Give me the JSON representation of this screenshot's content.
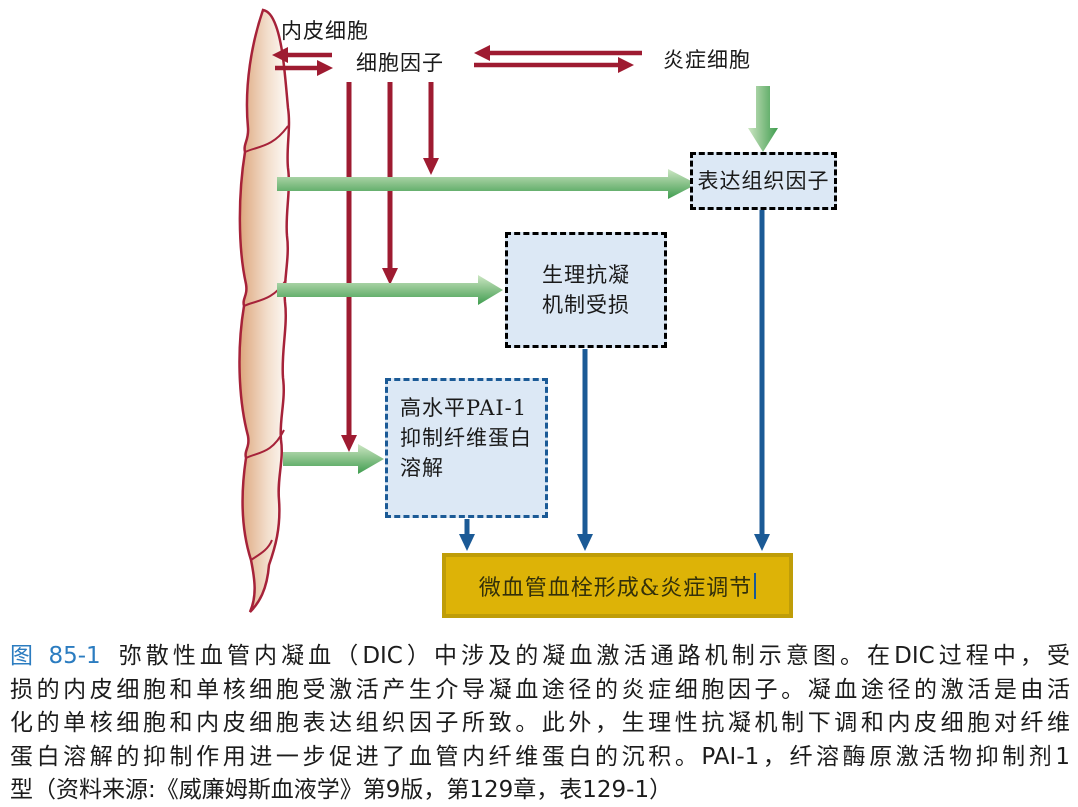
{
  "diagram": {
    "labels": {
      "endothelium": "内皮细胞",
      "cytokines": "细胞因子",
      "inflammatory_cells": "炎症细胞"
    },
    "boxes": {
      "tissue_factor": "表达组织因子",
      "anticoag_line1": "生理抗凝",
      "anticoag_line2": "机制受损",
      "pai1_line1": "高水平PAI-1",
      "pai1_line2": "抑制纤维蛋白",
      "pai1_line3": "溶解",
      "outcome": "微血管血栓形成&炎症调节"
    },
    "colors": {
      "arrow_red": "#9e1b31",
      "arrow_green_light": "#cde7c4",
      "arrow_green_mid": "#8ec48e",
      "arrow_green_dark": "#3f9d4f",
      "arrow_blue": "#1b5a96",
      "box_fill": "#dce8f5",
      "box_border_black": "#000000",
      "box_border_blue": "#1b5a96",
      "outcome_fill": "#ddb307",
      "outcome_border": "#bf9d08",
      "vessel_stroke": "#a62239",
      "vessel_fill": "#dda57c",
      "figure_label_blue": "#2b7cc0"
    }
  },
  "caption": {
    "fig_label": "图 85-1",
    "lines": [
      "弥散性血管内凝血（DIC）中涉及的凝血激活通路机制示意图。在DIC过程中，受",
      "损的内皮细胞和单核细胞受激活产生介导凝血途径的炎症细胞因子。凝血途径的激活是由活",
      "化的单核细胞和内皮细胞表达组织因子所致。此外，生理性抗凝机制下调和内皮细胞对纤维",
      "蛋白溶解的抑制作用进一步促进了血管内纤维蛋白的沉积。PAI-1，纤溶酶原激活物抑制剂1",
      "型（资料来源:《威廉姆斯血液学》第9版，第129章，表129-1）"
    ]
  }
}
